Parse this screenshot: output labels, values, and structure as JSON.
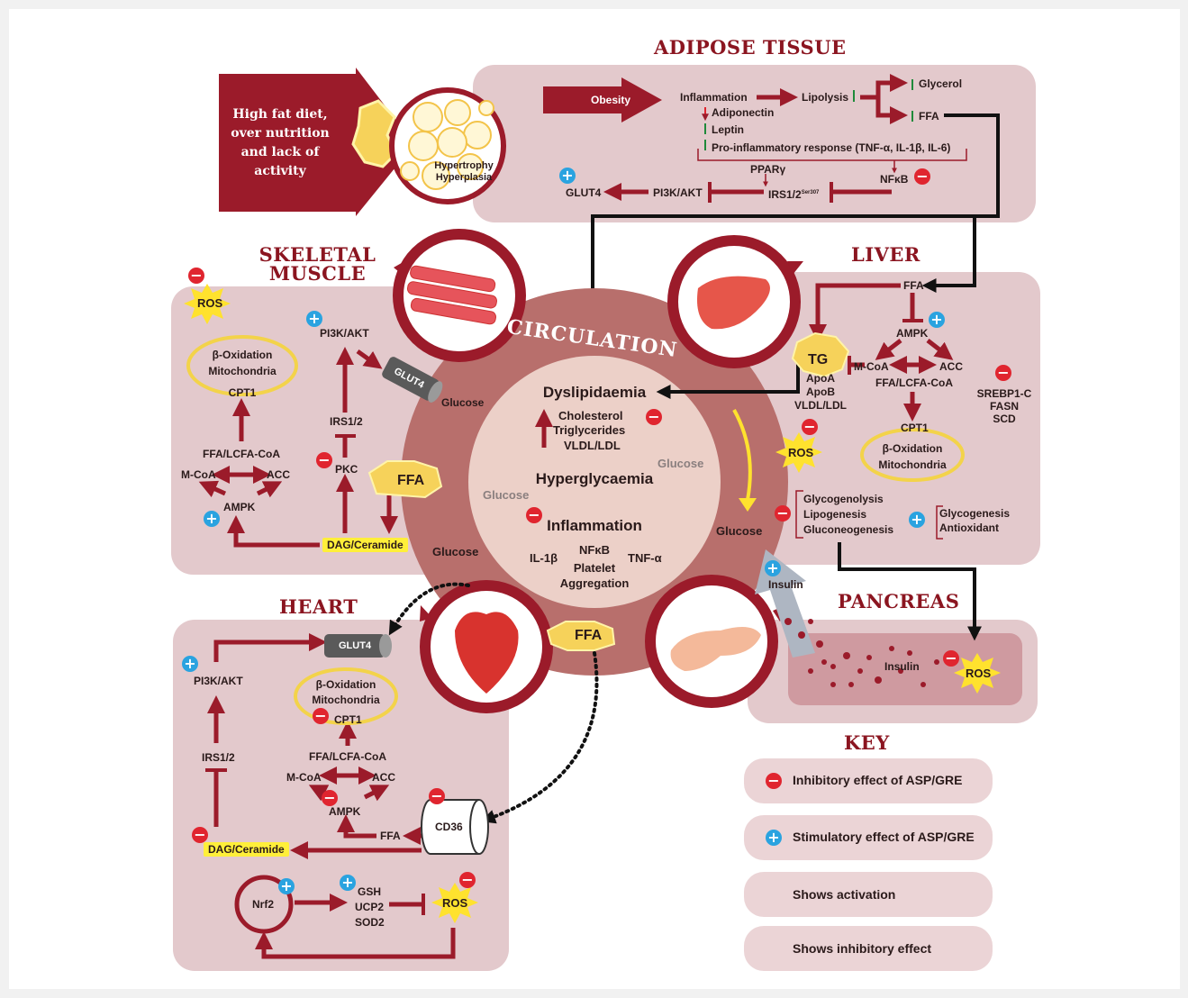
{
  "adipose": {
    "title": "ADIPOSE TISSUE",
    "diet": [
      "High fat diet,",
      "over nutrition",
      "and lack of",
      "activity"
    ],
    "hyper": [
      "Hypertrophy",
      "Hyperplasia"
    ],
    "obesity": "Obesity",
    "inflammation": "Inflammation",
    "lipolysis": "Lipolysis",
    "glycerol": "Glycerol",
    "ffa": "FFA",
    "adiponectin": "Adiponectin",
    "leptin": "Leptin",
    "proinflammatory": "Pro-inflammatory response (TNF-α, IL-1β, IL-6)",
    "ppar": "PPARγ",
    "irs": "IRS1/2",
    "irs_sup": "Ser307",
    "nfkb": "NFκB",
    "pi3k": "PI3K/AKT",
    "glut4": "GLUT4"
  },
  "skeletal": {
    "title_line1": "SKELETAL",
    "title_line2": "MUSCLE",
    "ros": "ROS",
    "pi3k": "PI3K/AKT",
    "beta_ox": "β-Oxidation",
    "mito": "Mitochondria",
    "cpt1": "CPT1",
    "glut4": "GLUT4",
    "glucose": "Glucose",
    "irs": "IRS1/2",
    "ffa_lcfa": "FFA/LCFA-CoA",
    "mcoa": "M-CoA",
    "acc": "ACC",
    "pkc": "PKC",
    "ffa": "FFA",
    "ampk": "AMPK",
    "dag": "DAG/Ceramide"
  },
  "liver": {
    "title": "LIVER",
    "ffa": "FFA",
    "ampk": "AMPK",
    "tg": "TG",
    "apoa": "ApoA",
    "apob": "ApoB",
    "vldl": "VLDL/LDL",
    "mcoa": "M-CoA",
    "acc": "ACC",
    "ffa_lcfa": "FFA/LCFA-CoA",
    "cpt1": "CPT1",
    "beta_ox": "β-Oxidation",
    "mito": "Mitochondria",
    "srebp": [
      "SREBP1-C",
      "FASN",
      "SCD"
    ],
    "ros": "ROS",
    "glycogenolysis": "Glycogenolysis",
    "lipogenesis": "Lipogenesis",
    "gluconeogenesis": "Gluconeogenesis",
    "glycogenesis": "Glycogenesis",
    "antioxidant": "Antioxidant"
  },
  "circulation": {
    "title": "CIRCULATION",
    "dyslipidaemia": "Dyslipidaemia",
    "cholesterol": "Cholesterol",
    "triglycerides": "Triglycerides",
    "vldl": "VLDL/LDL",
    "hyperglycaemia": "Hyperglycaemia",
    "glucose": "Glucose",
    "inflammation": "Inflammation",
    "il1b": "IL-1β",
    "nfkb": "NFκB",
    "tnf": "TNF-α",
    "platelet": "Platelet",
    "aggregation": "Aggregation",
    "glucose_right": "Glucose",
    "glucose_bottom": "Glucose"
  },
  "pancreas": {
    "title": "PANCREAS",
    "insulin_arrow": "Insulin",
    "insulin": "Insulin",
    "ros": "ROS"
  },
  "heart": {
    "title": "HEART",
    "pi3k": "PI3K/AKT",
    "glut4": "GLUT4",
    "beta_ox": "β-Oxidation",
    "mito": "Mitochondria",
    "cpt1": "CPT1",
    "ffa_lcfa": "FFA/LCFA-CoA",
    "mcoa": "M-CoA",
    "acc": "ACC",
    "ampk": "AMPK",
    "irs": "IRS1/2",
    "ffa_bubble": "FFA",
    "cd36": "CD36",
    "ffa": "FFA",
    "dag": "DAG/Ceramide",
    "nrf2": "Nrf2",
    "gsh": "GSH",
    "ucp2": "UCP2",
    "sod2": "SOD2",
    "ros": "ROS"
  },
  "key": {
    "title": "KEY",
    "inhibitory": "Inhibitory effect of ASP/GRE",
    "stimulatory": "Stimulatory effect of ASP/GRE",
    "activation": "Shows activation",
    "inhibition": "Shows inhibitory effect"
  },
  "colors": {
    "maroon": "#9b1b2a",
    "panel": "#e3c9cc",
    "ring": "#b86f6c",
    "inner": "#ecd0c8",
    "yellow": "#ffef3a",
    "minus": "#e0252f",
    "plus": "#2aa3e0"
  }
}
